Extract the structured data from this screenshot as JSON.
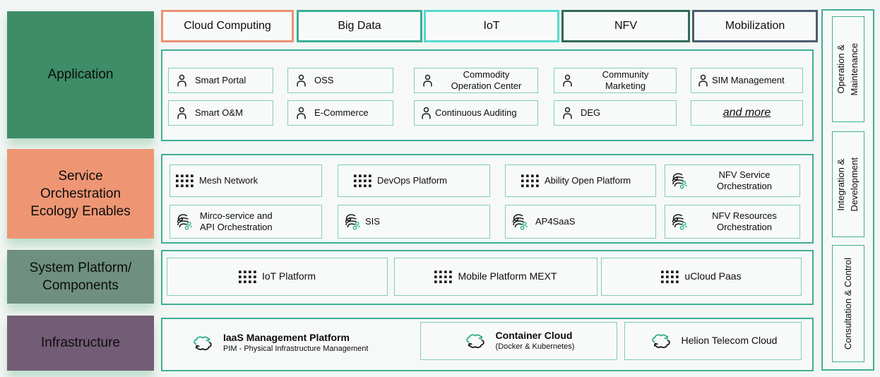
{
  "colors": {
    "canvas_bg": "#f3f6f4",
    "teal_border": "#3fae95",
    "light_teal_border": "#84ccb6",
    "icon_green": "#2fae8e",
    "text": "#111111"
  },
  "left_rows": [
    {
      "label": "Application",
      "color": "#3e8c68"
    },
    {
      "label": "Service\nOrchestration\nEcology Enables",
      "color": "#ee9674"
    },
    {
      "label": "System Platform/\nComponents",
      "color": "#6f9080"
    },
    {
      "label": "Infrastructure",
      "color": "#735c76"
    }
  ],
  "tabs": [
    {
      "label": "Cloud Computing",
      "border": "#ec9273"
    },
    {
      "label": "Big Data",
      "border": "#3bae93"
    },
    {
      "label": "IoT",
      "border": "#56dacd"
    },
    {
      "label": "NFV",
      "border": "#2e6b52"
    },
    {
      "label": "Mobilization",
      "border": "#4d5c6e"
    }
  ],
  "application": {
    "items": [
      {
        "icon": "person",
        "label": "Smart Portal"
      },
      {
        "icon": "person",
        "label": "OSS"
      },
      {
        "icon": "person",
        "label": "Commodity\nOperation Center"
      },
      {
        "icon": "person",
        "label": "Community\nMarketing"
      },
      {
        "icon": "person",
        "label": "SIM Management"
      },
      {
        "icon": "person",
        "label": "Smart O&M"
      },
      {
        "icon": "person",
        "label": "E-Commerce"
      },
      {
        "icon": "person",
        "label": "Continuous Auditing"
      },
      {
        "icon": "person",
        "label": "DEG"
      },
      {
        "icon": "none",
        "label": "and more"
      }
    ]
  },
  "services": {
    "items": [
      {
        "icon": "grid",
        "label": "Mesh Network"
      },
      {
        "icon": "grid",
        "label": "DevOps Platform"
      },
      {
        "icon": "grid",
        "label": "Ability Open Platform"
      },
      {
        "icon": "swirl",
        "label": "NFV Service\nOrchestration"
      },
      {
        "icon": "swirl",
        "label": "Mirco-service and\nAPI Orchestration"
      },
      {
        "icon": "swirl",
        "label": "SIS"
      },
      {
        "icon": "swirl",
        "label": "AP4SaaS"
      },
      {
        "icon": "swirl",
        "label": "NFV Resources\nOrchestration"
      }
    ]
  },
  "system": {
    "items": [
      {
        "icon": "grid",
        "label": "IoT Platform"
      },
      {
        "icon": "grid",
        "label": "Mobile Platform MEXT"
      },
      {
        "icon": "grid",
        "label": "uCloud Paas"
      }
    ]
  },
  "infrastructure": {
    "items": [
      {
        "icon": "cloud-sync",
        "title": "IaaS Management Platform",
        "subtitle": "PIM - Physical Infrastructure Management"
      },
      {
        "icon": "cloud-sync",
        "title": "Container Cloud",
        "subtitle": "(Docker & Kubernetes)"
      },
      {
        "icon": "cloud-sync",
        "title": "Helion Telecom Cloud",
        "subtitle": ""
      }
    ]
  },
  "right_rail": {
    "items": [
      {
        "label": "Operation &\nMaintenance"
      },
      {
        "label": "Integration &\nDevelopment"
      },
      {
        "label": "Consultation & Control"
      }
    ]
  }
}
